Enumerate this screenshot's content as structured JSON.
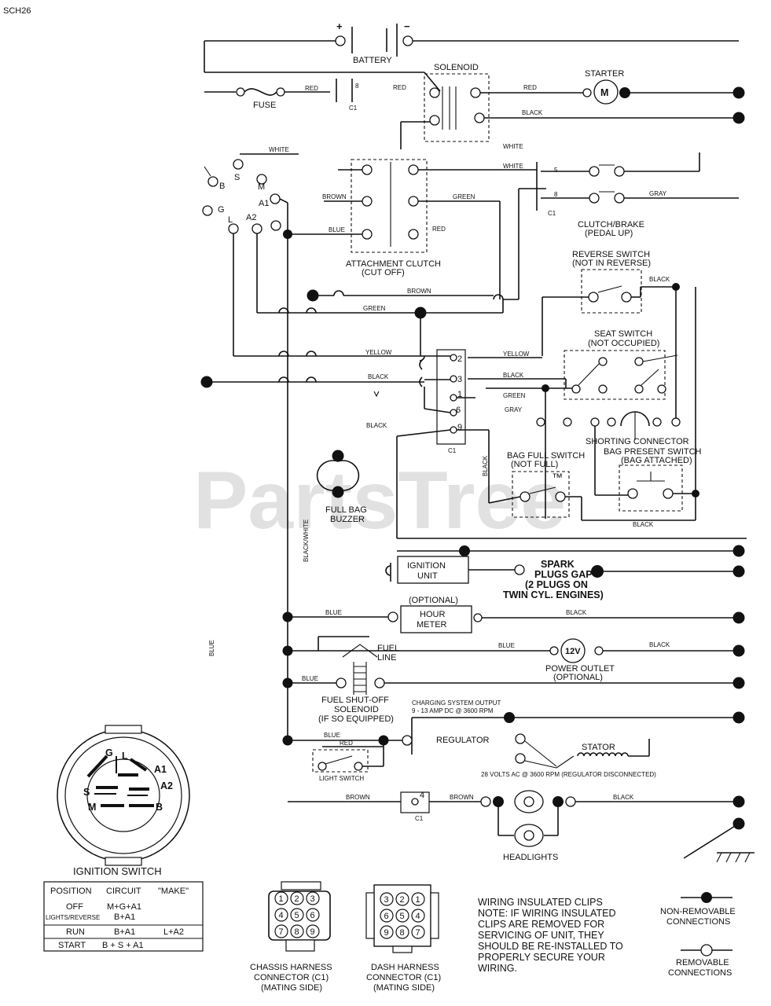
{
  "page_id": "SCH26",
  "watermark": "PartsTree",
  "watermark_tm": "™",
  "components": {
    "battery": "BATTERY",
    "battery_plus": "+",
    "battery_minus": "−",
    "solenoid": "SOLENOID",
    "starter": "STARTER",
    "starter_m": "M",
    "fuse": "FUSE",
    "ignition_unit_1": "IGNITION",
    "ignition_unit_2": "UNIT",
    "spark_1": "SPARK",
    "spark_2": "PLUGS GAP",
    "spark_3": "(2 PLUGS ON",
    "spark_4": "TWIN CYL. ENGINES)",
    "hour_meter_opt": "(OPTIONAL)",
    "hour_meter_1": "HOUR",
    "hour_meter_2": "METER",
    "power_outlet_1": "POWER OUTLET",
    "power_outlet_2": "(OPTIONAL)",
    "power_12v": "12V",
    "fuel_line_1": "FUEL",
    "fuel_line_2": "LINE",
    "fuel_solenoid_1": "FUEL SHUT-OFF",
    "fuel_solenoid_2": "SOLENOID",
    "fuel_solenoid_3": "(IF SO EQUIPPED)",
    "charging_1": "CHARGING SYSTEM OUTPUT",
    "charging_2": "9 - 13 AMP DC @ 3600 RPM",
    "regulator": "REGULATOR",
    "stator": "STATOR",
    "stator_note": "28 VOLTS AC @ 3600 RPM (REGULATOR DISCONNECTED)",
    "light_switch": "LIGHT SWITCH",
    "headlights": "HEADLIGHTS",
    "full_bag_1": "FULL BAG",
    "full_bag_2": "BUZZER",
    "attach_1": "ATTACHMENT CLUTCH",
    "attach_2": "(CUT OFF)",
    "clutch_1": "CLUTCH/BRAKE",
    "clutch_2": "(PEDAL UP)",
    "reverse_1": "REVERSE SWITCH",
    "reverse_2": "(NOT IN REVERSE)",
    "seat_1": "SEAT SWITCH",
    "seat_2": "(NOT OCCUPIED)",
    "shorting": "SHORTING CONNECTOR",
    "bagfull_1": "BAG FULL SWITCH",
    "bagfull_2": "(NOT FULL)",
    "bagpresent_1": "BAG PRESENT SWITCH",
    "bagpresent_2": "(BAG ATTACHED)",
    "c1": "C1",
    "ign_b": "B",
    "ign_s": "S",
    "ign_m": "M",
    "ign_g": "G",
    "ign_l": "L",
    "ign_a1": "A1",
    "ign_a2": "A2",
    "pin_2": "2",
    "pin_3": "3",
    "pin_1": "1",
    "pin_6": "6",
    "pin_9": "9",
    "pin_5": "5",
    "pin_8": "8",
    "pin_4": "4"
  },
  "wires": {
    "red": "RED",
    "black": "BLACK",
    "white": "WHITE",
    "green": "GREEN",
    "gray": "GRAY",
    "brown": "BROWN",
    "blue": "BLUE",
    "yellow": "YELLOW",
    "black_white": "BLACK/WHITE"
  },
  "ignition_switch": {
    "title": "IGNITION SWITCH",
    "headers": [
      "POSITION",
      "CIRCUIT",
      "\"MAKE\""
    ],
    "rows": [
      {
        "position": "OFF",
        "circuit": "M+G+A1",
        "make": ""
      },
      {
        "position": "LIGHTS/REVERSE",
        "circuit": "B+A1",
        "make": ""
      },
      {
        "position": "RUN",
        "circuit": "B+A1",
        "make": "L+A2"
      },
      {
        "position": "START",
        "circuit": "B + S + A1",
        "make": ""
      }
    ]
  },
  "connectors": {
    "chassis_1": "CHASSIS HARNESS",
    "chassis_2": "CONNECTOR (C1)",
    "chassis_3": "(MATING SIDE)",
    "chassis_pins": [
      "1",
      "2",
      "3",
      "4",
      "5",
      "6",
      "7",
      "8",
      "9"
    ],
    "dash_1": "DASH HARNESS",
    "dash_2": "CONNECTOR (C1)",
    "dash_3": "(MATING SIDE)",
    "dash_pins": [
      "3",
      "2",
      "1",
      "6",
      "5",
      "4",
      "9",
      "8",
      "7"
    ]
  },
  "notes": {
    "clips": [
      "WIRING INSULATED CLIPS",
      "NOTE: IF WIRING INSULATED",
      "CLIPS ARE REMOVED FOR",
      "SERVICING OF UNIT, THEY",
      "SHOULD BE RE-INSTALLED TO",
      "PROPERLY SECURE YOUR",
      "WIRING."
    ],
    "non_removable_1": "NON-REMOVABLE",
    "non_removable_2": "CONNECTIONS",
    "removable_1": "REMOVABLE",
    "removable_2": "CONNECTIONS"
  }
}
